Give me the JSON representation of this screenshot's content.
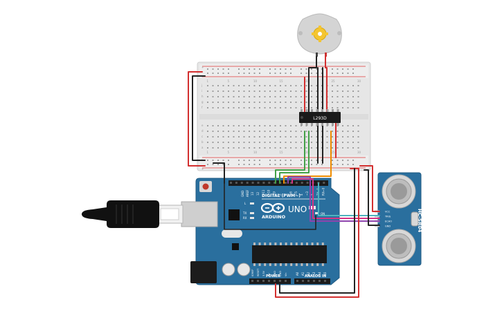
{
  "motor": {
    "icon": "gear-icon"
  },
  "breadboard": {
    "column_numbers": [
      "1",
      "5",
      "10",
      "15",
      "20",
      "25",
      "30"
    ],
    "row_letters_top": [
      "j",
      "i",
      "h",
      "g",
      "f"
    ],
    "row_letters_bottom": [
      "e",
      "d",
      "c",
      "b",
      "a"
    ],
    "rail_plus": "+",
    "rail_minus": "-"
  },
  "driver_ic": {
    "label": "L293D"
  },
  "arduino": {
    "brand": "ARDUINO",
    "model": "UNO",
    "digital_header": "DIGITAL (PWM~)",
    "power_header": "POWER",
    "analog_header": "ANALOG IN",
    "on_led": "ON",
    "tx_label": "TX",
    "rx_label": "RX",
    "l_label": "L",
    "aref_label": "AREF",
    "gnd_label": "GND",
    "digital_pins": [
      "13",
      "12",
      "~11",
      "~10",
      "~9",
      "8",
      "7",
      "~6",
      "~5",
      "4",
      "~3",
      "2",
      "TX→1",
      "RX←0"
    ],
    "power_pins": [
      "IOREF",
      "RESET",
      "3.3V",
      "5V",
      "GND",
      "GND",
      "Vin"
    ],
    "analog_pins": [
      "A0",
      "A1",
      "A2",
      "A3",
      "A4",
      "A5"
    ]
  },
  "sensor": {
    "model": "HC-SR04",
    "pins": [
      "VCC",
      "TRIG",
      "ECHO",
      "GND"
    ]
  },
  "colors": {
    "board_blue": "#2a6f9e",
    "wire_red": "#d32f2f",
    "wire_black": "#222222",
    "wire_green": "#43a047",
    "wire_orange": "#ef8c00",
    "wire_purple": "#8e44ad",
    "wire_magenta": "#d63384",
    "wire_teal": "#4fb3bf"
  }
}
